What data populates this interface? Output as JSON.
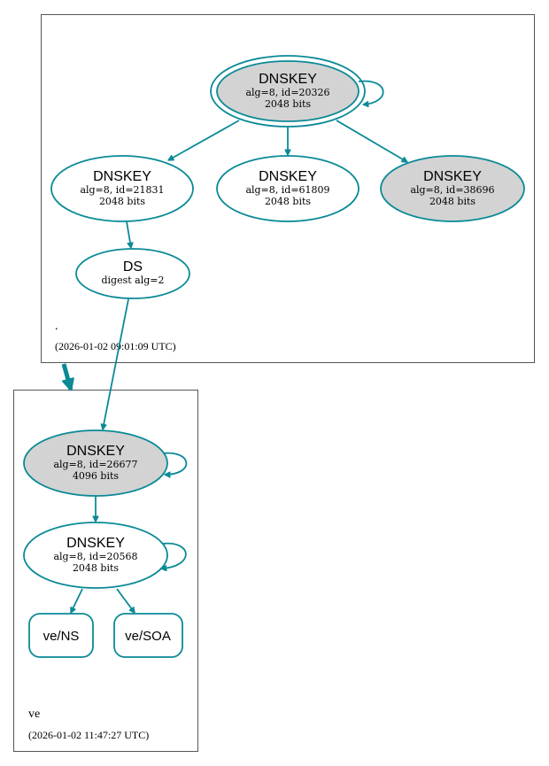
{
  "zones": {
    "root": {
      "label": ".",
      "timestamp": "(2026-01-02 09:01:09 UTC)"
    },
    "ve": {
      "label": "ve",
      "timestamp": "(2026-01-02 11:47:27 UTC)"
    }
  },
  "nodes": {
    "root_ksk": {
      "title": "DNSKEY",
      "line1": "alg=8, id=20326",
      "line2": "2048 bits"
    },
    "root_zsk1": {
      "title": "DNSKEY",
      "line1": "alg=8, id=21831",
      "line2": "2048 bits"
    },
    "root_zsk2": {
      "title": "DNSKEY",
      "line1": "alg=8, id=61809",
      "line2": "2048 bits"
    },
    "root_zsk3": {
      "title": "DNSKEY",
      "line1": "alg=8, id=38696",
      "line2": "2048 bits"
    },
    "ve_ds": {
      "title": "DS",
      "line1": "digest alg=2"
    },
    "ve_ksk": {
      "title": "DNSKEY",
      "line1": "alg=8, id=26677",
      "line2": "4096 bits"
    },
    "ve_zsk": {
      "title": "DNSKEY",
      "line1": "alg=8, id=20568",
      "line2": "2048 bits"
    },
    "ve_ns": {
      "label": "ve/NS"
    },
    "ve_soa": {
      "label": "ve/SOA"
    }
  },
  "colors": {
    "edge": "#0a8a96",
    "node_fill_grey": "#d3d3d3",
    "node_fill_white": "#ffffff",
    "zone_border": "#555555"
  }
}
